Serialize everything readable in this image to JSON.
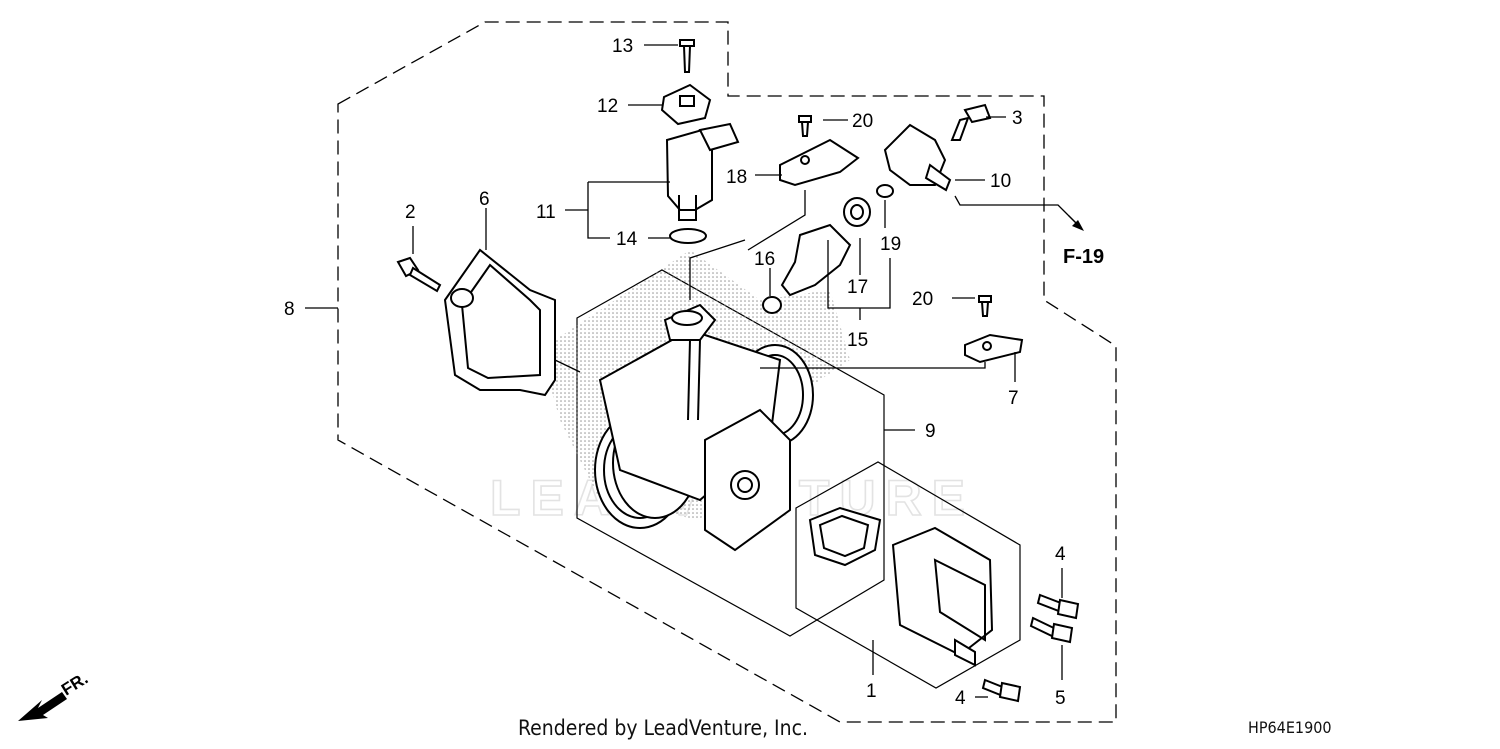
{
  "watermark": "LEADVENTURE",
  "credit": "Rendered by LeadVenture, Inc.",
  "diagram_code": "HP64E1900",
  "direction_label": "FR.",
  "reference_label": "F-19",
  "callouts": {
    "c1": "1",
    "c2": "2",
    "c3": "3",
    "c4a": "4",
    "c4b": "4",
    "c5": "5",
    "c6": "6",
    "c7": "7",
    "c8": "8",
    "c9": "9",
    "c10": "10",
    "c11": "11",
    "c12": "12",
    "c13": "13",
    "c14": "14",
    "c15": "15",
    "c16": "16",
    "c17": "17",
    "c18": "18",
    "c19": "19",
    "c20a": "20",
    "c20b": "20"
  }
}
